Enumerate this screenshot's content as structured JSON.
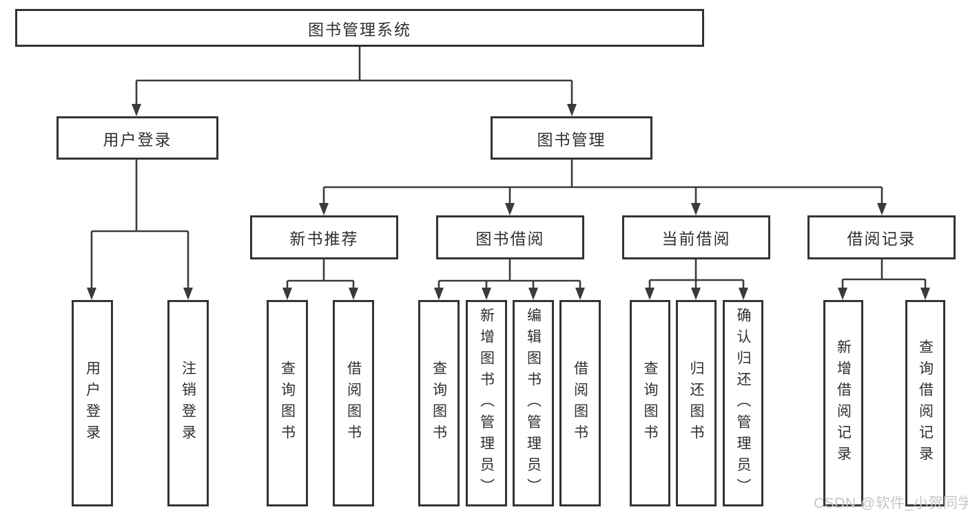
{
  "diagram": {
    "title": "图书管理系统",
    "level2": [
      {
        "label": "用户登录"
      },
      {
        "label": "图书管理"
      }
    ],
    "level3": [
      {
        "label": "新书推荐",
        "parent": "图书管理"
      },
      {
        "label": "图书借阅",
        "parent": "图书管理"
      },
      {
        "label": "当前借阅",
        "parent": "图书管理"
      },
      {
        "label": "借阅记录",
        "parent": "图书管理"
      }
    ],
    "leaves": [
      {
        "label": "用户登录",
        "parent": "用户登录"
      },
      {
        "label": "注销登录",
        "parent": "用户登录"
      },
      {
        "label": "查询图书",
        "parent": "新书推荐"
      },
      {
        "label": "借阅图书",
        "parent": "新书推荐"
      },
      {
        "label": "查询图书",
        "parent": "图书借阅"
      },
      {
        "label": "新增图书（管理员）",
        "parent": "图书借阅"
      },
      {
        "label": "编辑图书（管理员）",
        "parent": "图书借阅"
      },
      {
        "label": "借阅图书",
        "parent": "图书借阅"
      },
      {
        "label": "查询图书",
        "parent": "当前借阅"
      },
      {
        "label": "归还图书",
        "parent": "当前借阅"
      },
      {
        "label": "确认归还（管理员）",
        "parent": "当前借阅"
      },
      {
        "label": "新增借阅记录",
        "parent": "借阅记录"
      },
      {
        "label": "查询借阅记录",
        "parent": "借阅记录"
      }
    ],
    "colors": {
      "line": "#3a3a3a",
      "border": "#333333",
      "text": "#2f2f2f",
      "watermark": "#c6c6c6",
      "background": "#ffffff"
    }
  },
  "watermark": {
    "text": "CSDN @软件_小贺同学"
  }
}
